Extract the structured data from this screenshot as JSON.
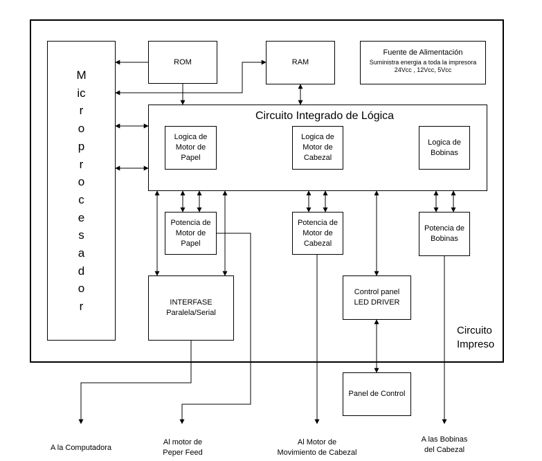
{
  "blocks": {
    "microprocesador": "Microprocesador",
    "rom": "ROM",
    "ram": "RAM",
    "fuente_title": "Fuente de Alimentación",
    "fuente_desc": "Suministra energia a toda la impresora\n24Vcc , 12Vcc, 5Vcc",
    "circuito_logica": "Circuito Integrado de Lógica",
    "logica_papel": "Logica de\nMotor de\nPapel",
    "logica_cabezal": "Logica de\nMotor de\nCabezal",
    "logica_bobinas": "Logica de\nBobinas",
    "potencia_papel": "Potencia de\nMotor de\nPapel",
    "potencia_cabezal": "Potencia de\nMotor de\nCabezal",
    "potencia_bobinas": "Potencia de\nBobinas",
    "interfase": "INTERFASE\nParalela/Serial",
    "control_panel": "Control panel\nLED DRIVER",
    "panel_control": "Panel de Control",
    "circuito_impreso": "Circuito\nImpreso"
  },
  "outputs": {
    "computadora": "A la Computadora",
    "peper_feed": "Al motor de\nPeper Feed",
    "movimiento_cabezal": "Al Motor de\nMovimiento de Cabezal",
    "bobinas_cabezal": "A las Bobinas\ndel Cabezal"
  }
}
